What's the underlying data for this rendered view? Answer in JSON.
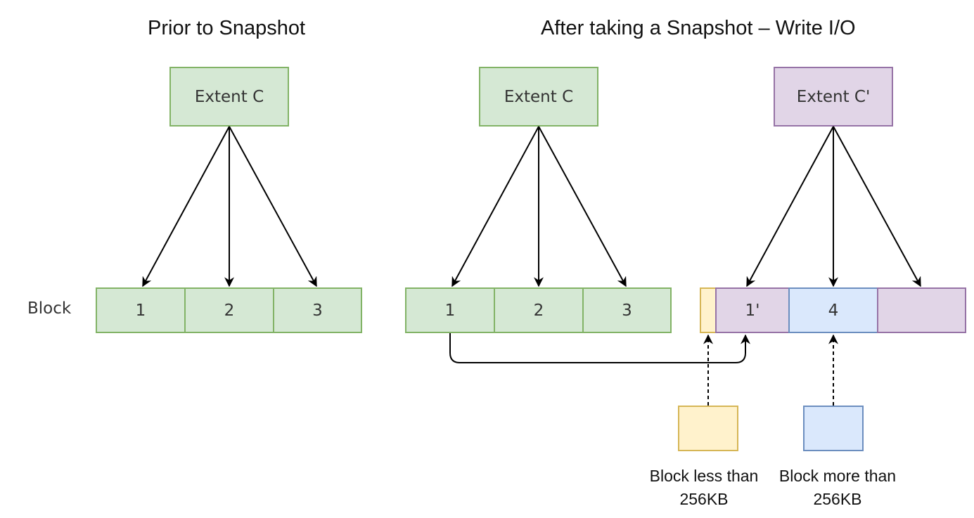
{
  "titles": {
    "left": "Prior to Snapshot",
    "right": "After taking a Snapshot – Write I/O"
  },
  "row_label": "Block",
  "extents": {
    "left": "Extent C",
    "middle": "Extent C",
    "right": "Extent C'"
  },
  "blocks_left": [
    "1",
    "2",
    "3"
  ],
  "blocks_middle": [
    "1",
    "2",
    "3"
  ],
  "blocks_right": {
    "small": "",
    "first": "1'",
    "second": "4",
    "third": ""
  },
  "legend": {
    "small_caption_line1": "Block less than",
    "small_caption_line2": "256KB",
    "large_caption_line1": "Block more than",
    "large_caption_line2": "256KB"
  },
  "colors": {
    "green_fill": "#d5e8d4",
    "green_stroke": "#82b366",
    "purple_fill": "#e1d5e7",
    "purple_stroke": "#9673a6",
    "blue_fill": "#dae8fc",
    "blue_stroke": "#6c8ebf",
    "yellow_fill": "#fff2cc",
    "yellow_stroke": "#d6b656"
  }
}
